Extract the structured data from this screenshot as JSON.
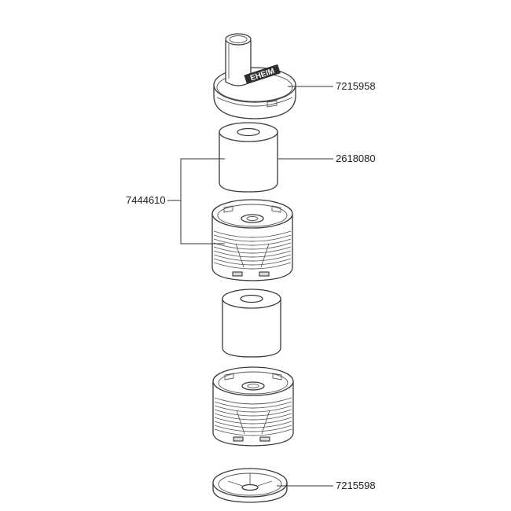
{
  "brand_logo_text": "EHEIM",
  "part_numbers": {
    "top_cap": "7215958",
    "sponge": "2618080",
    "module_group": "7444610",
    "bottom_plate": "7215598"
  }
}
